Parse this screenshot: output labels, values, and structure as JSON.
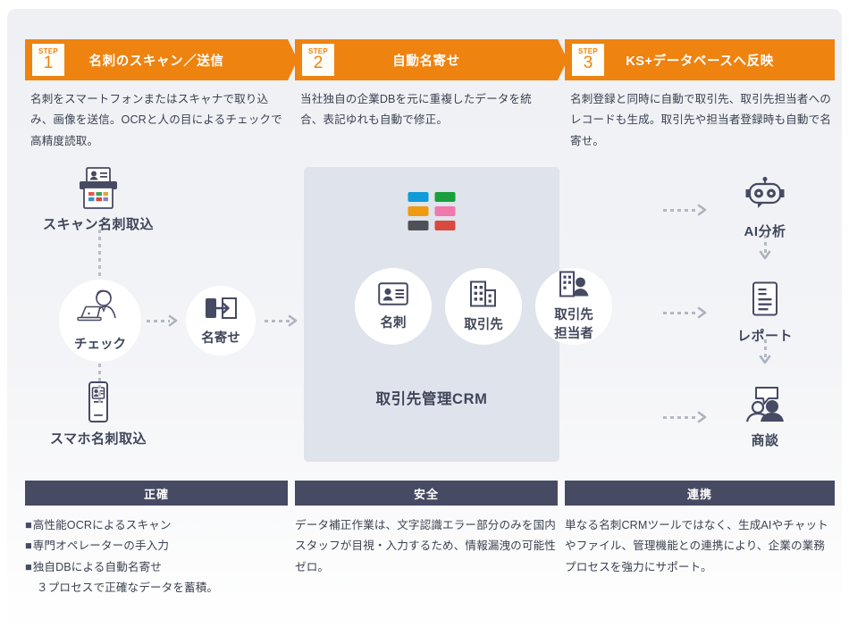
{
  "colors": {
    "orange": "#ee8310",
    "panel_dark": "#474a63",
    "crm_panel_bg": "#dfe3eb",
    "text": "#3c4250",
    "logo_blocks": [
      "#0f9bd7",
      "#19a03c",
      "#ef9b10",
      "#ef78ad",
      "#4f5055",
      "#d94a3f"
    ]
  },
  "steps": [
    {
      "badge_label": "STEP",
      "number": "1",
      "title": "名刺のスキャン／送信",
      "description": "名刺をスマートフォンまたはスキャナで取り込み、画像を送信。OCRと人の目によるチェックで高精度読取。"
    },
    {
      "badge_label": "STEP",
      "number": "2",
      "title": "自動名寄せ",
      "description": "当社独自の企業DBを元に重複したデータを統合、表記ゆれも自動で修正。"
    },
    {
      "badge_label": "STEP",
      "number": "3",
      "title": "KS+データベースへ反映",
      "description": "名刺登録と同時に自動で取引先、取引先担当者へのレコードも生成。取引先や担当者登録時も自動で名寄せ。"
    }
  ],
  "diagram": {
    "left_nodes": [
      {
        "label": "スキャン名刺取込",
        "icon": "scanner-icon"
      },
      {
        "label": "スマホ名刺取込",
        "icon": "smartphone-icon"
      }
    ],
    "process_circles": [
      {
        "label": "チェック",
        "icon": "person-laptop-icon"
      },
      {
        "label": "名寄せ",
        "icon": "merge-arrow-icon"
      }
    ],
    "crm": {
      "title": "取引先管理CRM",
      "entities": [
        {
          "label": "名刺",
          "icon": "business-card-icon"
        },
        {
          "label": "取引先",
          "icon": "building-icon"
        },
        {
          "label": "取引先\n担当者",
          "label_line1": "取引先",
          "label_line2": "担当者",
          "icon": "building-person-icon"
        }
      ]
    },
    "right_nodes": [
      {
        "label": "AI分析",
        "icon": "robot-icon"
      },
      {
        "label": "レポート",
        "icon": "document-icon"
      },
      {
        "label": "商談",
        "icon": "meeting-icon"
      }
    ]
  },
  "bottom_panels": [
    {
      "heading": "正確",
      "bullets": [
        "高性能OCRによるスキャン",
        "専門オペレーターの手入力",
        "独自DBによる自動名寄せ"
      ],
      "footnote": "３プロセスで正確なデータを蓄積。",
      "bullet_marker": "■"
    },
    {
      "heading": "安全",
      "body": "データ補正作業は、文字認識エラー部分のみを国内スタッフが目視・入力するため、情報漏洩の可能性ゼロ。"
    },
    {
      "heading": "連携",
      "body": "単なる名刺CRMツールではなく、生成AIやチャットやファイル、管理機能との連携により、企業の業務プロセスを強力にサポート。"
    }
  ]
}
